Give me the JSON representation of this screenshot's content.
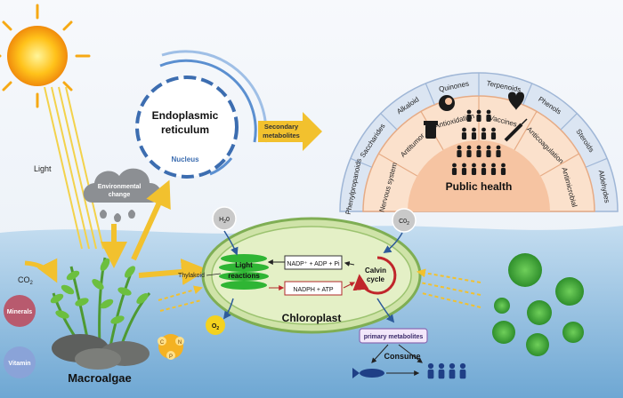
{
  "environment": {
    "light": "Light",
    "environmental_change": [
      "Environmental",
      "change"
    ],
    "co2_left": "CO",
    "co2_sub": "2",
    "minerals": "Minerals",
    "vitamin": "Vitamin",
    "macroalgae": "Macroalgae",
    "cnp": [
      "C",
      "N",
      "P"
    ]
  },
  "organelle": {
    "er_title": [
      "Endoplasmic",
      "reticulum"
    ],
    "nucleus": "Nucleus",
    "secondary": [
      "Secondary",
      "metabolites"
    ]
  },
  "chloroplast": {
    "title": "Chloroplast",
    "h2o": "H",
    "h2o_sub": "2",
    "h2o_tail": "0",
    "co2": "C0",
    "co2_sub": "2",
    "thylakoid": "Thylakoid",
    "light_reactions": [
      "Light",
      "reactions"
    ],
    "nadp_label": "NADP⁺ + ADP + Pi",
    "nadph_label": "NADPH + ATP",
    "calvin": [
      "Calvin",
      "cycle"
    ],
    "o2": "O",
    "o2_sub": "2",
    "primary": "primary metabolites",
    "consume": "Consume"
  },
  "arc": {
    "outer": [
      "Phenylpropanoids",
      "Saccharides",
      "Alkaloid",
      "Quinones",
      "Terpenoids",
      "Phenols",
      "Steroids",
      "Aldehydes"
    ],
    "inner": [
      "Nervous system",
      "Antitumor",
      "Antioxidation",
      "Vaccines",
      "Anticoagulation",
      "Antimicrobial"
    ],
    "public_health": "Public health"
  },
  "colors": {
    "sky": "#f3f6fa",
    "sea_top": "#bcd8ee",
    "sea_bottom": "#6aa5d2",
    "arrow": "#f2c12e",
    "chloroplast_fill": "#cfe3a8",
    "chloroplast_stroke": "#7fae54",
    "arc_outer": "#dbe5f2",
    "arc_inner": "#fbe1cc",
    "arc_core": "#f6c4a2",
    "calvin": "#c0262b",
    "er_stroke": "#3c6db0"
  }
}
